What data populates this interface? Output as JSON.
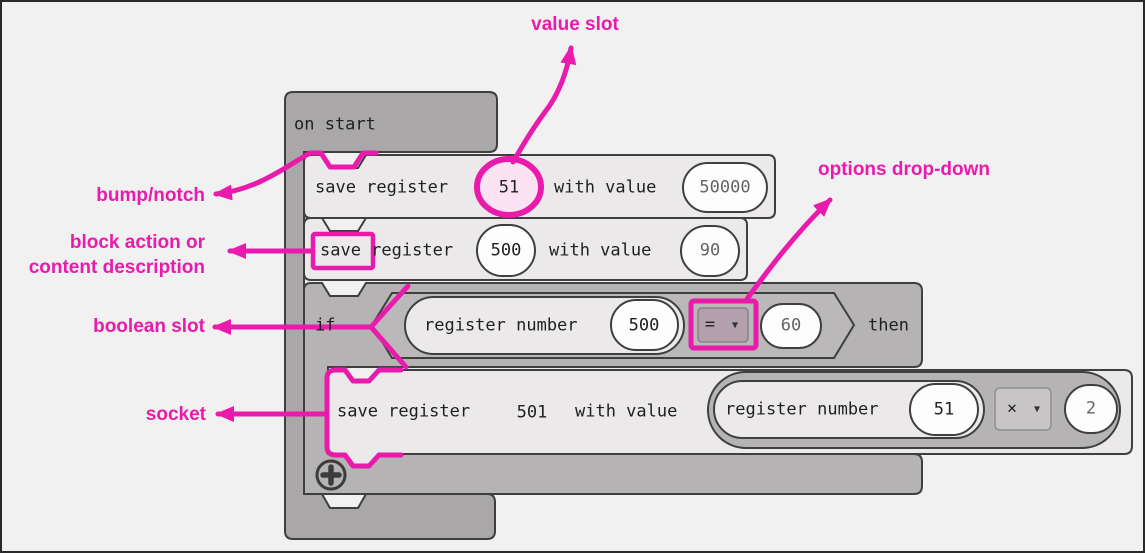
{
  "colors": {
    "accent_pink": "#e91bac",
    "value_slot_fill": "#fbe3f4",
    "canvas_bg": "#f1f1f1",
    "container_gray": "#a9a7a7",
    "statement_light": "#ebe9e9",
    "if_gray": "#b5b3b3",
    "outline_dark": "#3f3f3f",
    "oval_white": "#fdfdfd",
    "equals_dropdown_fill": "#b2a1ac",
    "multiply_dropdown_fill": "#c7c5c5"
  },
  "icons": {
    "dropdown_arrow": "▼"
  },
  "annotations": {
    "value_slot": "value slot",
    "bump_notch": "bump/notch",
    "block_action_line1": "block action or",
    "block_action_line2": "content description",
    "boolean_slot": "boolean slot",
    "socket": "socket",
    "options_dropdown": "options drop-down"
  },
  "blocks": {
    "on_start": {
      "label": "on start"
    },
    "save1": {
      "action": "save register",
      "register": "51",
      "connector": "with value",
      "value": "50000"
    },
    "save2": {
      "action": "save register",
      "register": "500",
      "connector": "with value",
      "value": "90"
    },
    "if_block": {
      "keyword": "if",
      "condition_label": "register number",
      "condition_register": "500",
      "operator": "=",
      "comparison_value": "60",
      "then_label": "then"
    },
    "save3": {
      "action": "save register",
      "register": "501",
      "connector": "with value",
      "expr_label": "register number",
      "expr_register": "51",
      "expr_operator": "×",
      "expr_value": "2"
    }
  }
}
